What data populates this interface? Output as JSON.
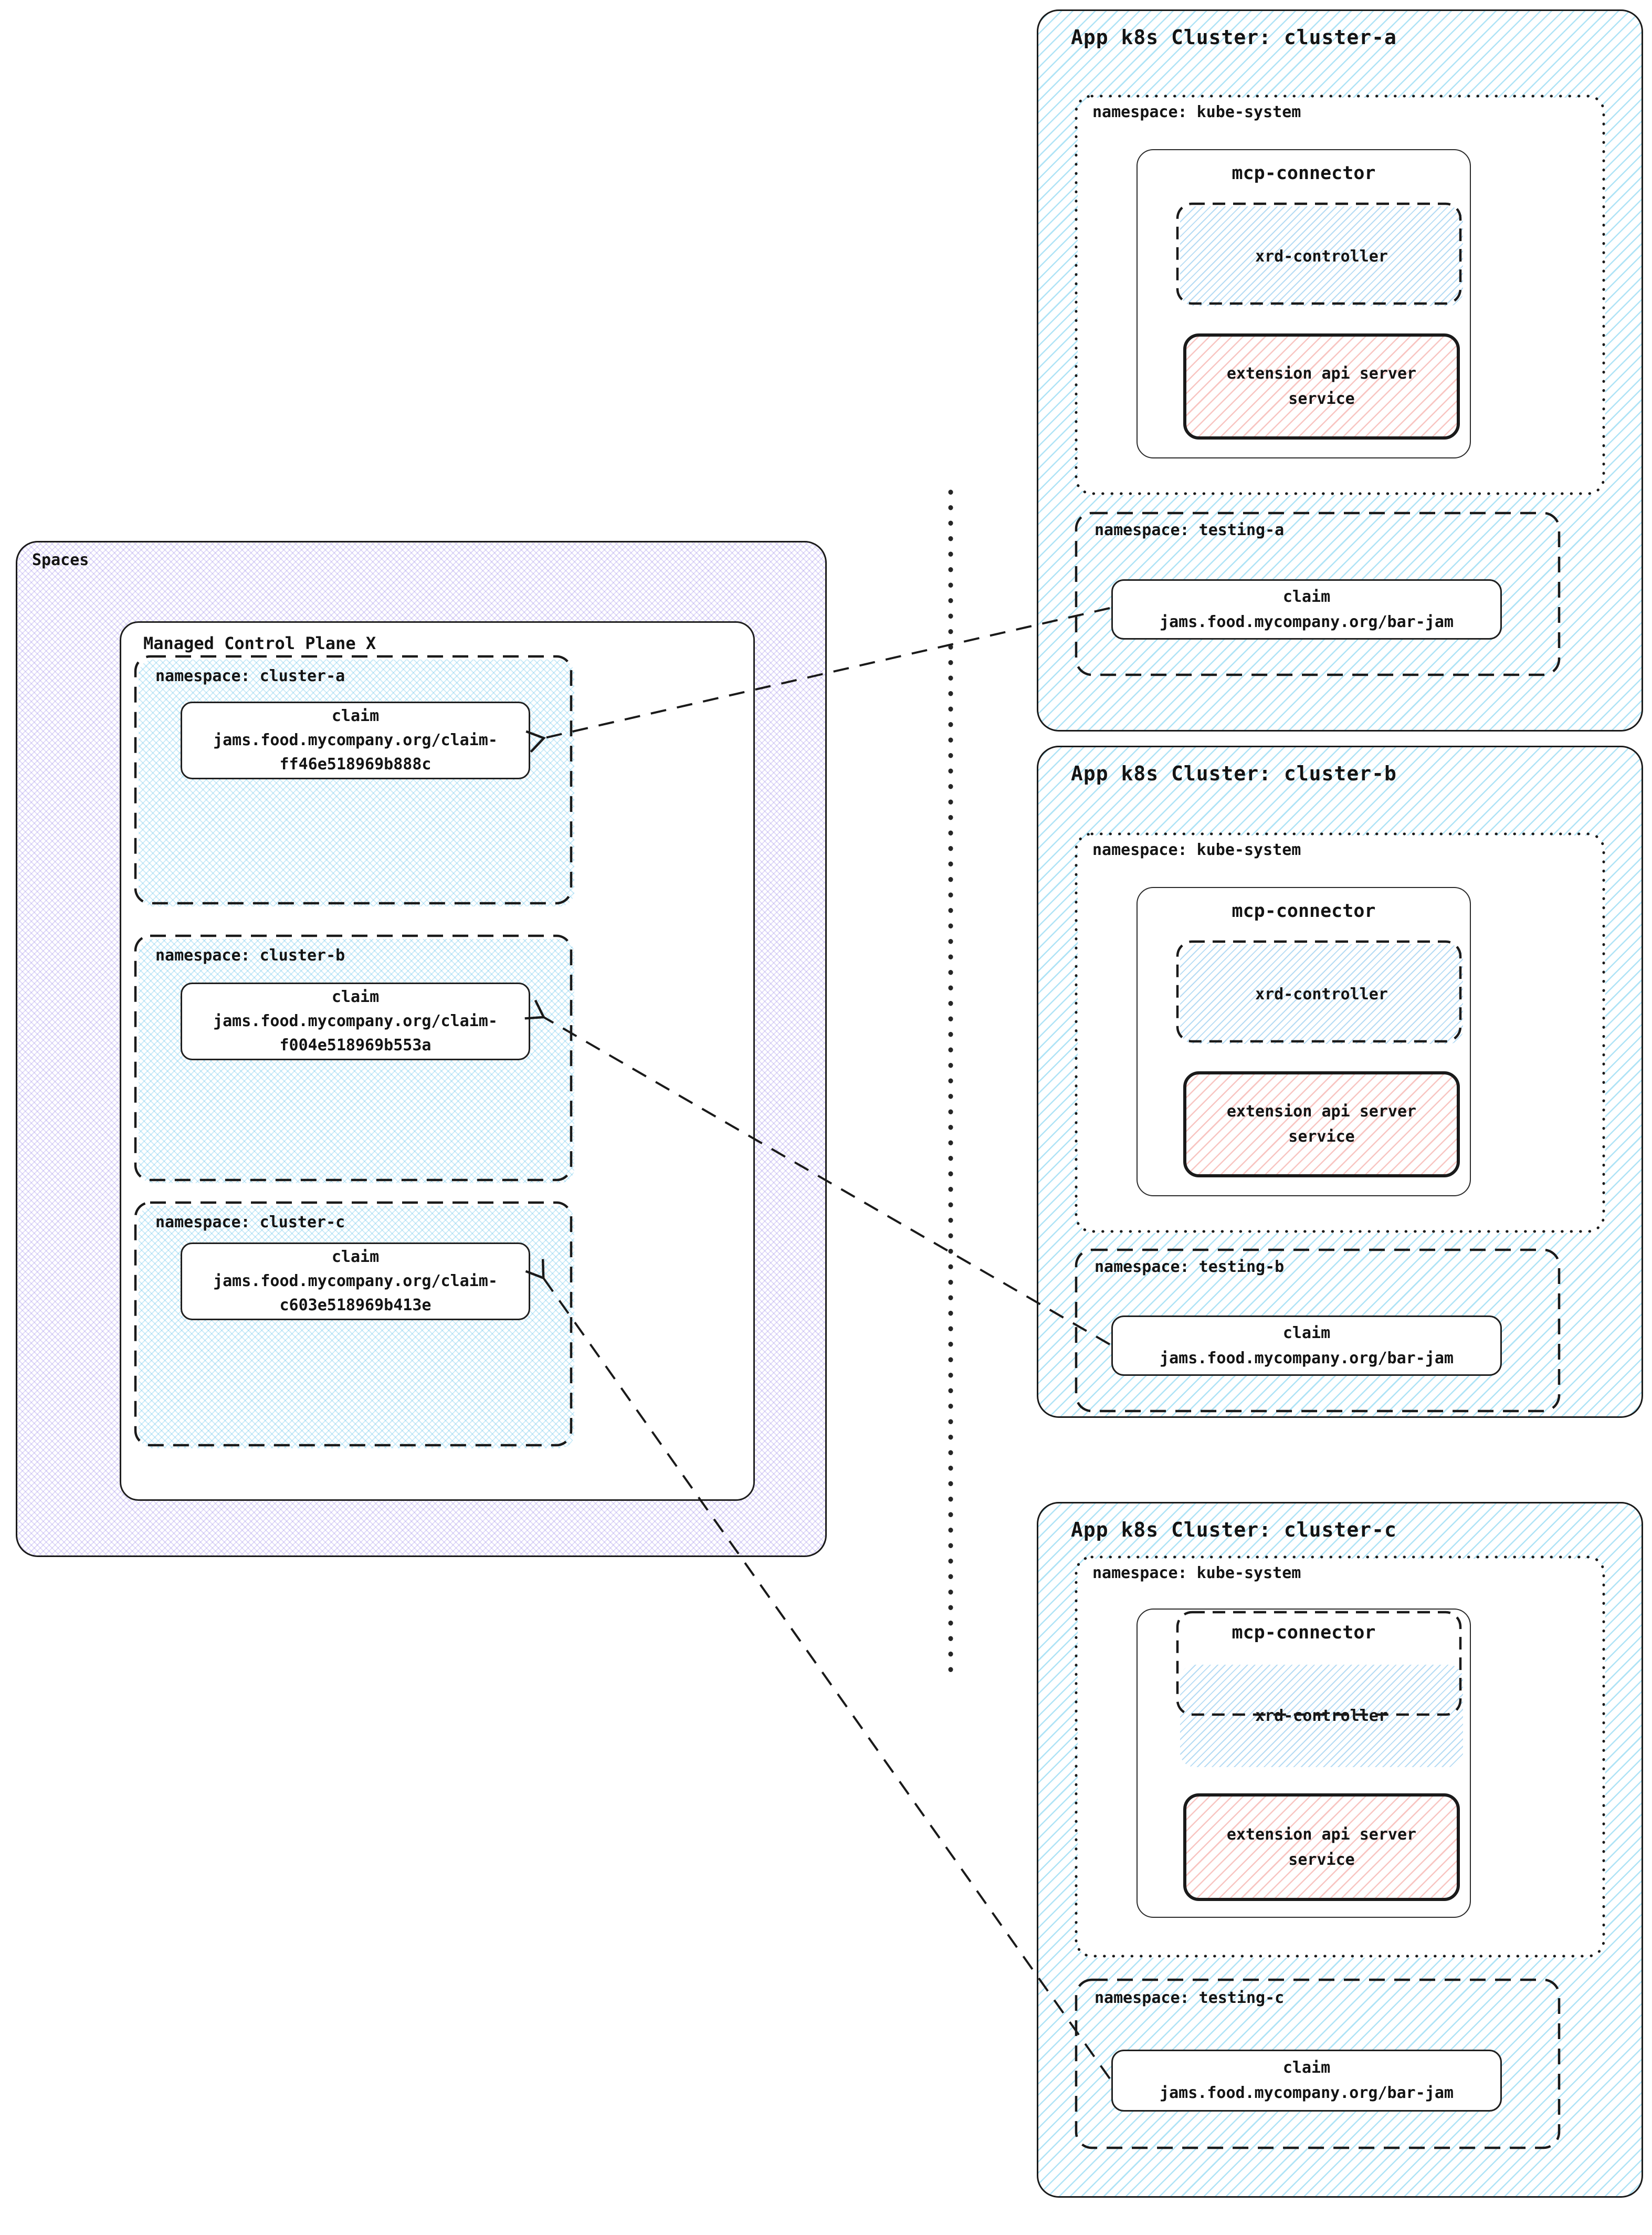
{
  "colors": {
    "border": "#1a1a1a",
    "blue_hatch": "#60c8ee",
    "purple_hatch": "#9682e8",
    "pink_hatch": "#f29690",
    "text": "#141414"
  },
  "spaces": {
    "label": "Spaces",
    "control_plane": {
      "label": "Managed Control Plane X",
      "namespaces": [
        {
          "label": "namespace: cluster-a",
          "claim": {
            "title": "claim",
            "line1": "jams.food.mycompany.org/claim-",
            "line2": "ff46e518969b888c"
          }
        },
        {
          "label": "namespace: cluster-b",
          "claim": {
            "title": "claim",
            "line1": "jams.food.mycompany.org/claim-",
            "line2": "f004e518969b553a"
          }
        },
        {
          "label": "namespace: cluster-c",
          "claim": {
            "title": "claim",
            "line1": "jams.food.mycompany.org/claim-",
            "line2": "c603e518969b413e"
          }
        }
      ]
    }
  },
  "clusters": [
    {
      "title": "App k8s Cluster: cluster-a",
      "kube_system": {
        "label": "namespace: kube-system",
        "mcp_connector": {
          "label": "mcp-connector",
          "xrd_controller": "xrd-controller",
          "extension": {
            "line1": "extension api server",
            "line2": "service"
          }
        }
      },
      "testing": {
        "label": "namespace: testing-a",
        "claim": {
          "title": "claim",
          "line": "jams.food.mycompany.org/bar-jam"
        }
      }
    },
    {
      "title": "App k8s Cluster: cluster-b",
      "kube_system": {
        "label": "namespace: kube-system",
        "mcp_connector": {
          "label": "mcp-connector",
          "xrd_controller": "xrd-controller",
          "extension": {
            "line1": "extension api server",
            "line2": "service"
          }
        }
      },
      "testing": {
        "label": "namespace: testing-b",
        "claim": {
          "title": "claim",
          "line": "jams.food.mycompany.org/bar-jam"
        }
      }
    },
    {
      "title": "App k8s Cluster: cluster-c",
      "kube_system": {
        "label": "namespace: kube-system",
        "mcp_connector": {
          "label": "mcp-connector",
          "xrd_controller": "xrd-controller",
          "extension": {
            "line1": "extension api server",
            "line2": "service"
          }
        }
      },
      "testing": {
        "label": "namespace: testing-c",
        "claim": {
          "title": "claim",
          "line": "jams.food.mycompany.org/bar-jam"
        }
      }
    }
  ],
  "connections": [
    {
      "from": "cluster-a testing claim jams.food.mycompany.org/bar-jam",
      "to": "control-plane cluster-a claim"
    },
    {
      "from": "cluster-b testing claim jams.food.mycompany.org/bar-jam",
      "to": "control-plane cluster-b claim"
    },
    {
      "from": "cluster-c testing claim jams.food.mycompany.org/bar-jam",
      "to": "control-plane cluster-c claim"
    }
  ]
}
